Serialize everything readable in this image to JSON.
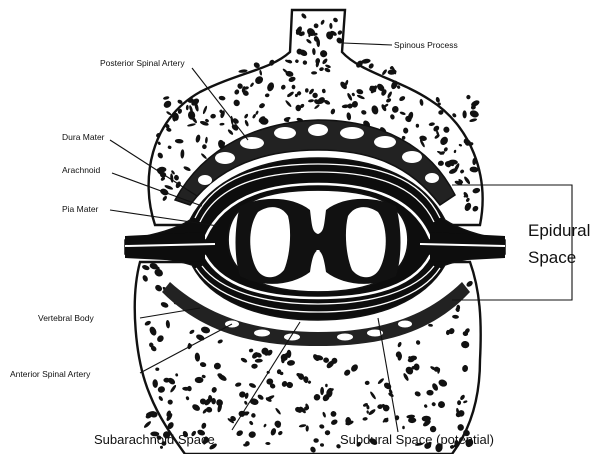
{
  "labels": {
    "spinous_process": "Spinous Process",
    "posterior_spinal_artery": "Posterior Spinal Artery",
    "dura_mater": "Dura Mater",
    "arachnoid": "Arachnoid",
    "pia_mater": "Pia Mater",
    "vertebral_body": "Vertebral Body",
    "anterior_spinal_artery": "Anterior Spinal Artery",
    "subarachnoid_space": "Subarachnoid Space",
    "subdural_space": "Subdural Space (potential)",
    "epidural_line1": "Epidural",
    "epidural_line2": "Space"
  },
  "colors": {
    "ink": "#111111",
    "paper": "#ffffff"
  }
}
